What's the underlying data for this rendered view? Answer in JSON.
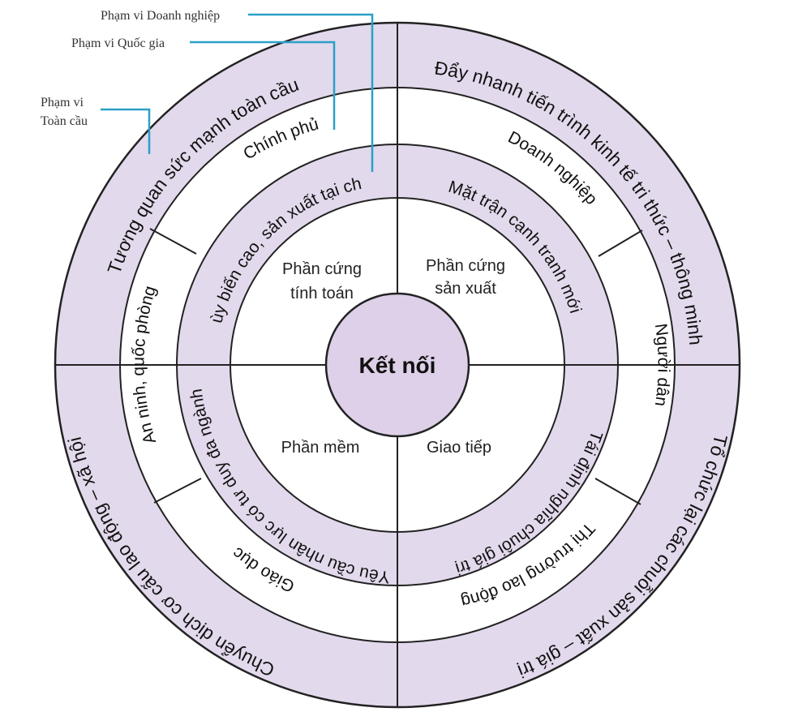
{
  "center": {
    "label": "Kết nối"
  },
  "quadrants": {
    "top_left": [
      "Phần cứng",
      "tính toán"
    ],
    "top_right": [
      "Phần cứng",
      "sản xuất"
    ],
    "bottom_left": "Phần mềm",
    "bottom_right": "Giao tiếp"
  },
  "ring_local": {
    "top_left": "Tùy biến cao, sản xuất tại chỗ",
    "top_right": "Mặt trận cạnh tranh mới",
    "bottom_left": "Yêu cầu nhân lực có tư duy đa ngành",
    "bottom_right": "Tái định nghĩa chuỗi giá trị"
  },
  "ring_national": {
    "top_left": "Chính phủ",
    "left": "An ninh, quốc phòng",
    "bottom_left": "Giáo dục",
    "top_right": "Doanh nghiệp",
    "right": "Người dân",
    "bottom_right": "Thị trường lao động"
  },
  "ring_global": {
    "top_left": "Tương quan sức mạnh toàn cầu",
    "top_right": "Đẩy nhanh tiến trình kinh tế tri thức – thông minh",
    "bottom_left": "Chuyển dịch cơ cấu lao động – xã hội",
    "bottom_right": "Tổ chức lại các chuỗi sản xuất – giá trị"
  },
  "callouts": {
    "enterprise": "Phạm vi Doanh nghiệp",
    "national": "Phạm vi Quốc gia",
    "global_line1": "Phạm vi",
    "global_line2": "Toàn cầu"
  },
  "colors": {
    "ring_fill": "#e3d9ec",
    "center_fill": "#ddd0e8",
    "stroke": "#222222",
    "callout_line": "#2aa0c8"
  }
}
